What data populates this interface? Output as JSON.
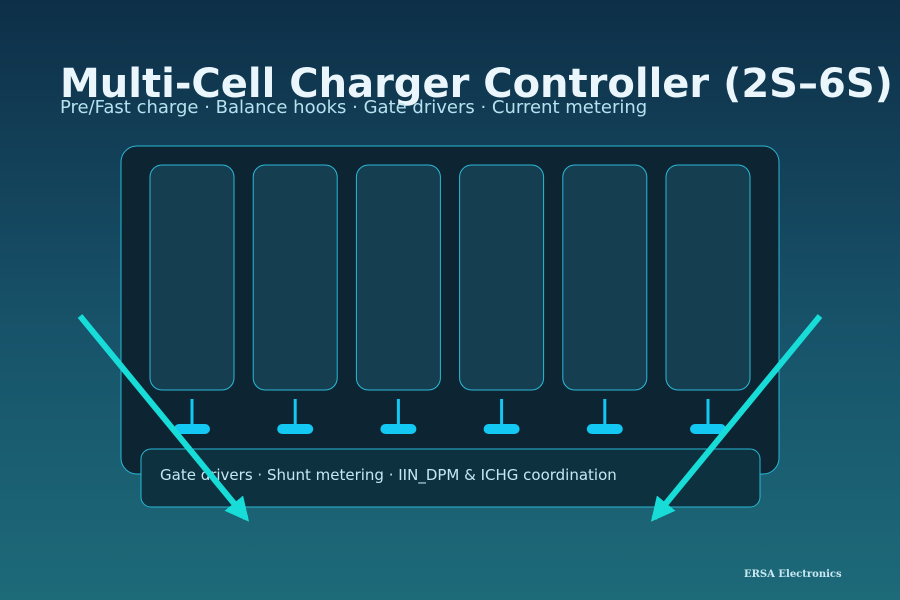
{
  "header": {
    "title": "Multi-Cell Charger Controller (2S–6S)",
    "subtitle": "Pre/Fast charge · Balance hooks · Gate drivers · Current metering"
  },
  "controller": {
    "bus_label": "Gate drivers · Shunt metering · IIN_DPM & ICHG coordination",
    "cell_count": 6
  },
  "brand": {
    "name": "ERSA Electronics"
  },
  "colors": {
    "background_top": "#0e2f48",
    "background_bottom": "#1d6a79",
    "panel_fill": "#0d2433",
    "outline": "#2ab8d6",
    "cell_fill": "#153e50",
    "terminal": "#13c8f2",
    "arrow": "#17dcd8"
  }
}
